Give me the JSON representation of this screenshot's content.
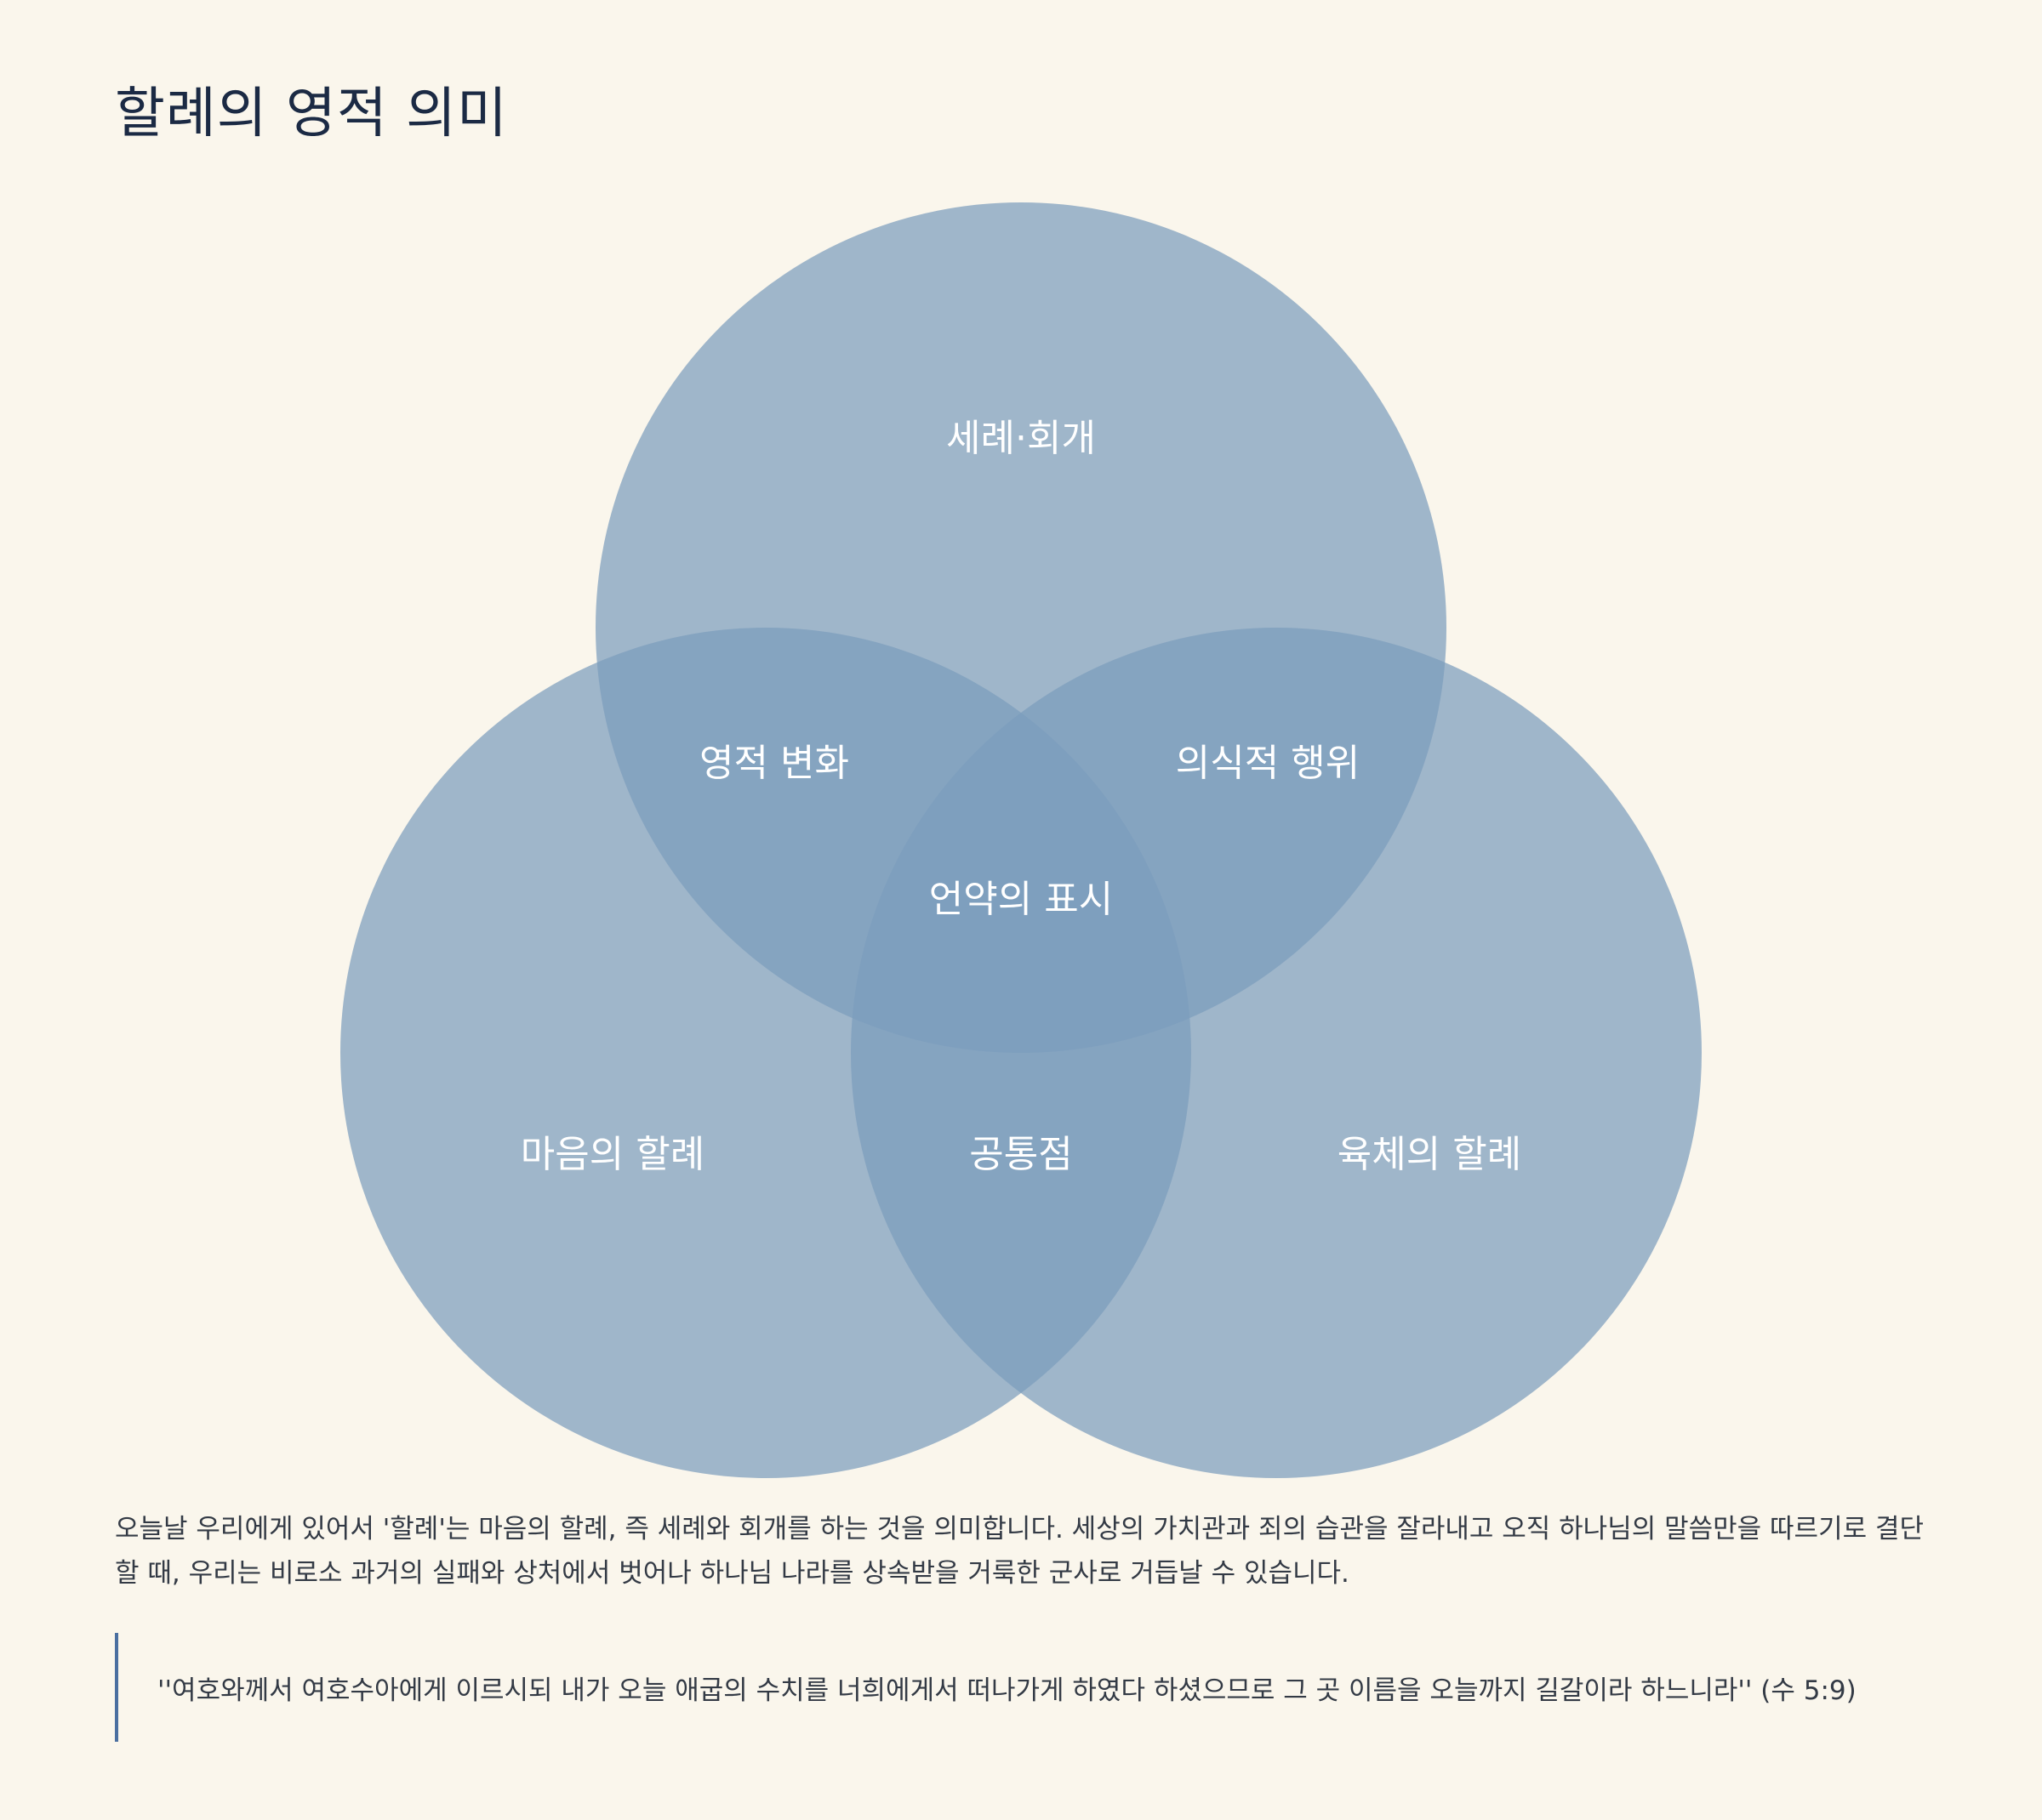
{
  "title": "할례의 영적 의미",
  "diagram": {
    "circles": [
      {
        "name": "top",
        "label": "세례·회개"
      },
      {
        "name": "left",
        "label": "마음의 할례"
      },
      {
        "name": "right",
        "label": "육체의 할례"
      }
    ],
    "intersections": {
      "top_left": "영적 변화",
      "top_right": "의식적 행위",
      "left_right": "공통점",
      "center": "언약의 표시"
    },
    "colors": {
      "circle_fill": "#7c9dbc",
      "label": "#ffffff",
      "background": "#faf6ec",
      "accent": "#4a6fa0"
    }
  },
  "paragraph": "오늘날 우리에게 있어서 '할례'는 마음의 할례, 즉 세례와 회개를 하는 것을 의미합니다. 세상의 가치관과 죄의 습관을 잘라내고 오직 하나님의 말씀만을 따르기로 결단할 때, 우리는 비로소 과거의 실패와 상처에서 벗어나 하나님 나라를 상속받을 거룩한 군사로 거듭날 수 있습니다.",
  "quote": "''여호와께서 여호수아에게 이르시되 내가 오늘 애굽의 수치를 너희에게서 떠나가게 하였다 하셨으므로 그 곳 이름을 오늘까지 길갈이라 하느니라'' (수 5:9)"
}
